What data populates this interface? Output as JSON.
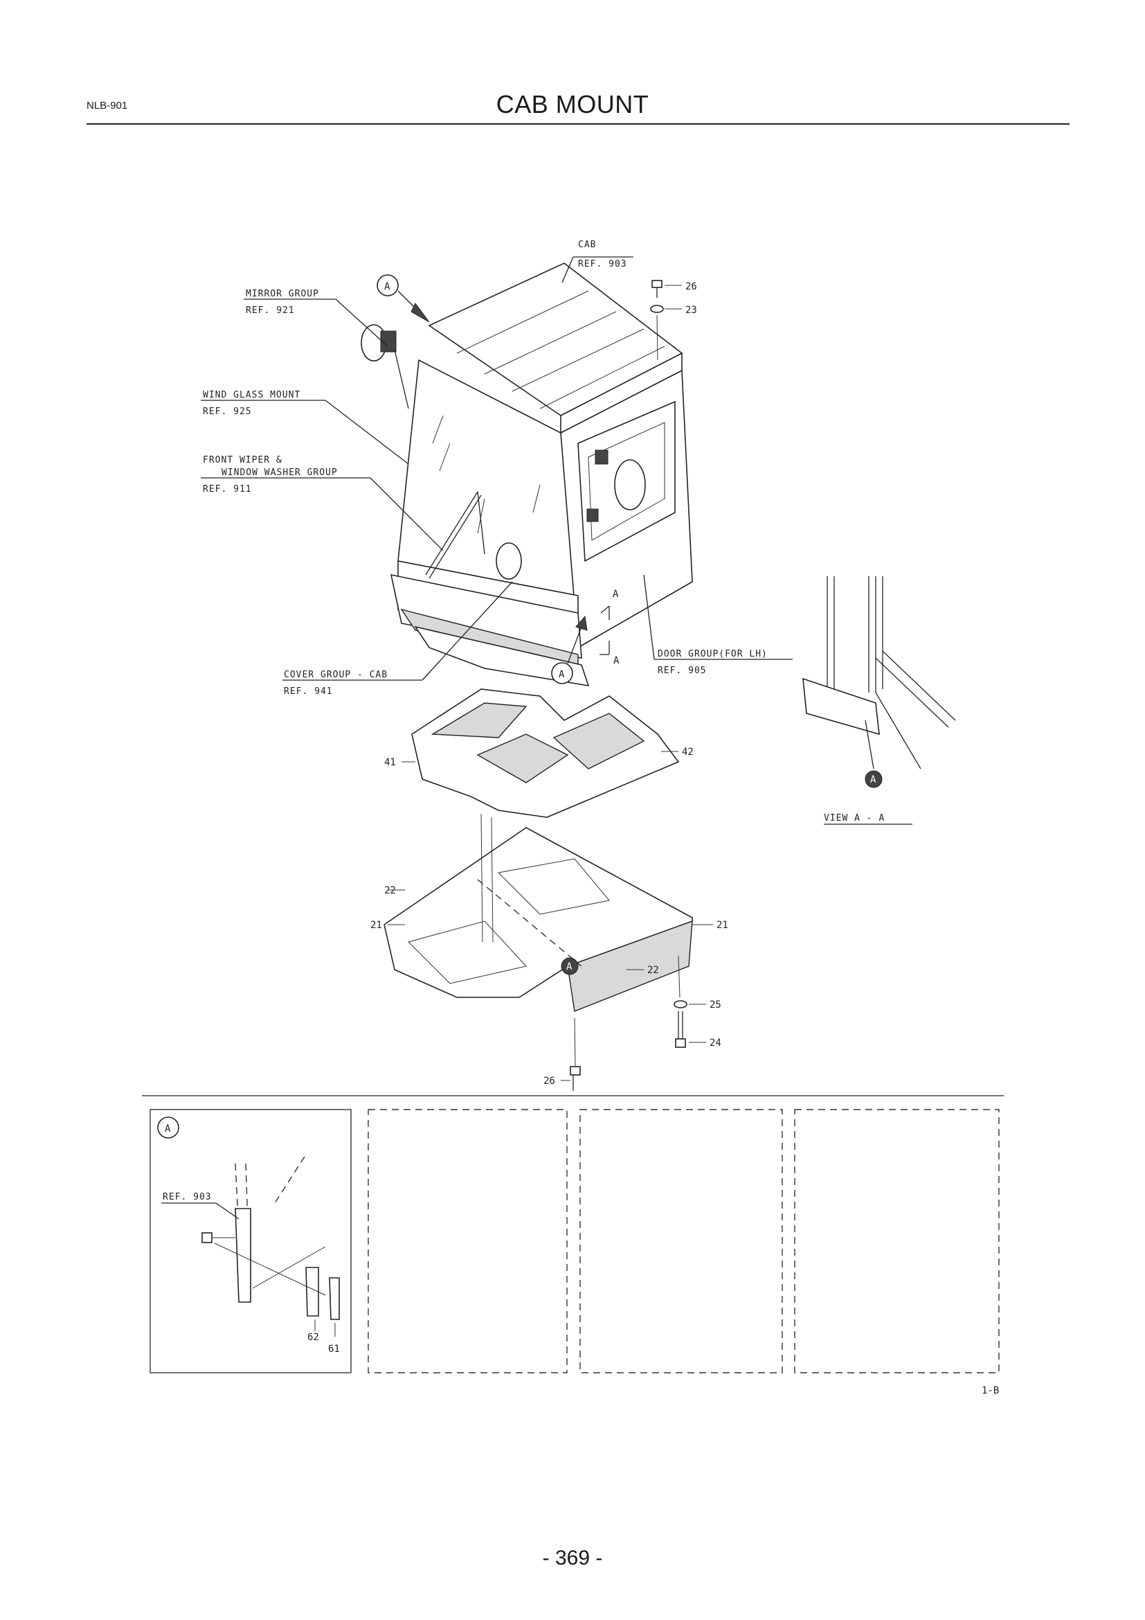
{
  "header": {
    "code": "NLB-901",
    "title": "CAB MOUNT"
  },
  "callouts": {
    "cab": {
      "name": "CAB",
      "ref": "REF. 903"
    },
    "mirror": {
      "name": "MIRROR GROUP",
      "ref": "REF. 921"
    },
    "wind_glass": {
      "name": "WIND GLASS MOUNT",
      "ref": "REF. 925"
    },
    "wiper": {
      "name_line1": "FRONT WIPER &",
      "name_line2": "WINDOW WASHER GROUP",
      "ref": "REF. 911"
    },
    "cover": {
      "name": "COVER GROUP - CAB",
      "ref": "REF. 941"
    },
    "door": {
      "name": "DOOR GROUP(FOR LH)",
      "ref": "REF. 905"
    }
  },
  "section_marks": {
    "a": "A",
    "view_label": "VIEW A - A"
  },
  "part_numbers": {
    "p26_top": "26",
    "p23": "23",
    "p41": "41",
    "p42": "42",
    "p22_left": "22",
    "p21_left": "21",
    "p21_right": "21",
    "p22_right": "22",
    "p25": "25",
    "p24": "24",
    "p26_bottom": "26",
    "p62": "62",
    "p61": "61"
  },
  "detail_a": {
    "ref": "REF. 903"
  },
  "figure_code": "1-B",
  "page_number": "- 369 -"
}
